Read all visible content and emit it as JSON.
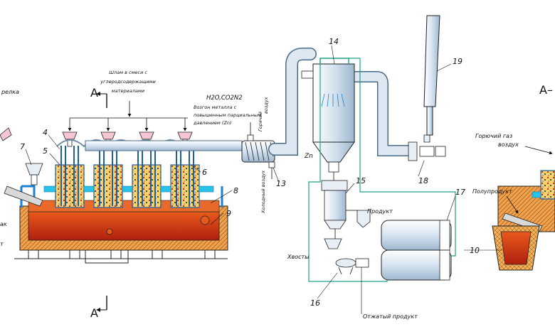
{
  "labels": {
    "slurry_mix": [
      "Шлам в смеси с",
      "углеродсодержащими",
      "материалами"
    ],
    "gas_phase": [
      "H2O,CO2N2",
      "Возгон металла с",
      "повышенным парциальным",
      "давлением (Zn)"
    ],
    "burner_air": [
      "Горячий",
      "воздух"
    ],
    "cold_air": "Холодный воздух",
    "zn": "Zn",
    "product": "Продукт",
    "tailings": "Хвосты",
    "squeezed_product": "Отжатый продукт",
    "semi_product": "Полупродукт",
    "hot_gas_air": [
      "Горючий газ",
      "воздух"
    ],
    "left_cut_1": "релка",
    "left_cut_2": "ак",
    "left_cut_3": "т"
  },
  "section": {
    "top_left": "A",
    "bottom_left": "A",
    "right": "A–"
  },
  "numbers": [
    "4",
    "5",
    "6",
    "7",
    "8",
    "9",
    "10",
    "13",
    "14",
    "15",
    "16",
    "17",
    "18",
    "19"
  ]
}
